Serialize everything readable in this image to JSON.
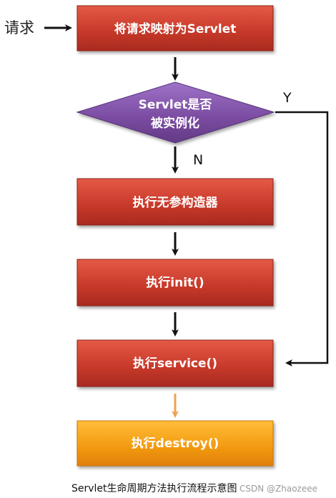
{
  "request_label": "请求",
  "nodes": {
    "map": "将请求映射为Servlet",
    "decision_line1": "Servlet是否",
    "decision_line2": "被实例化",
    "constructor": "执行无参构造器",
    "init": "执行init()",
    "service": "执行service()",
    "destroy": "执行destroy()"
  },
  "branches": {
    "yes": "Y",
    "no": "N"
  },
  "caption": "Servlet生命周期方法执行流程示意图",
  "watermark": "CSDN @Zhaozeee",
  "colors": {
    "red_box": "#c0392b",
    "red_box_light": "#e0533f",
    "decision": "#7a4ba0",
    "decision_light": "#9a6cc3",
    "orange_box": "#f39c12",
    "orange_box_light": "#ffb733",
    "arrow": "#111111",
    "orange_arrow": "#f0a050"
  }
}
